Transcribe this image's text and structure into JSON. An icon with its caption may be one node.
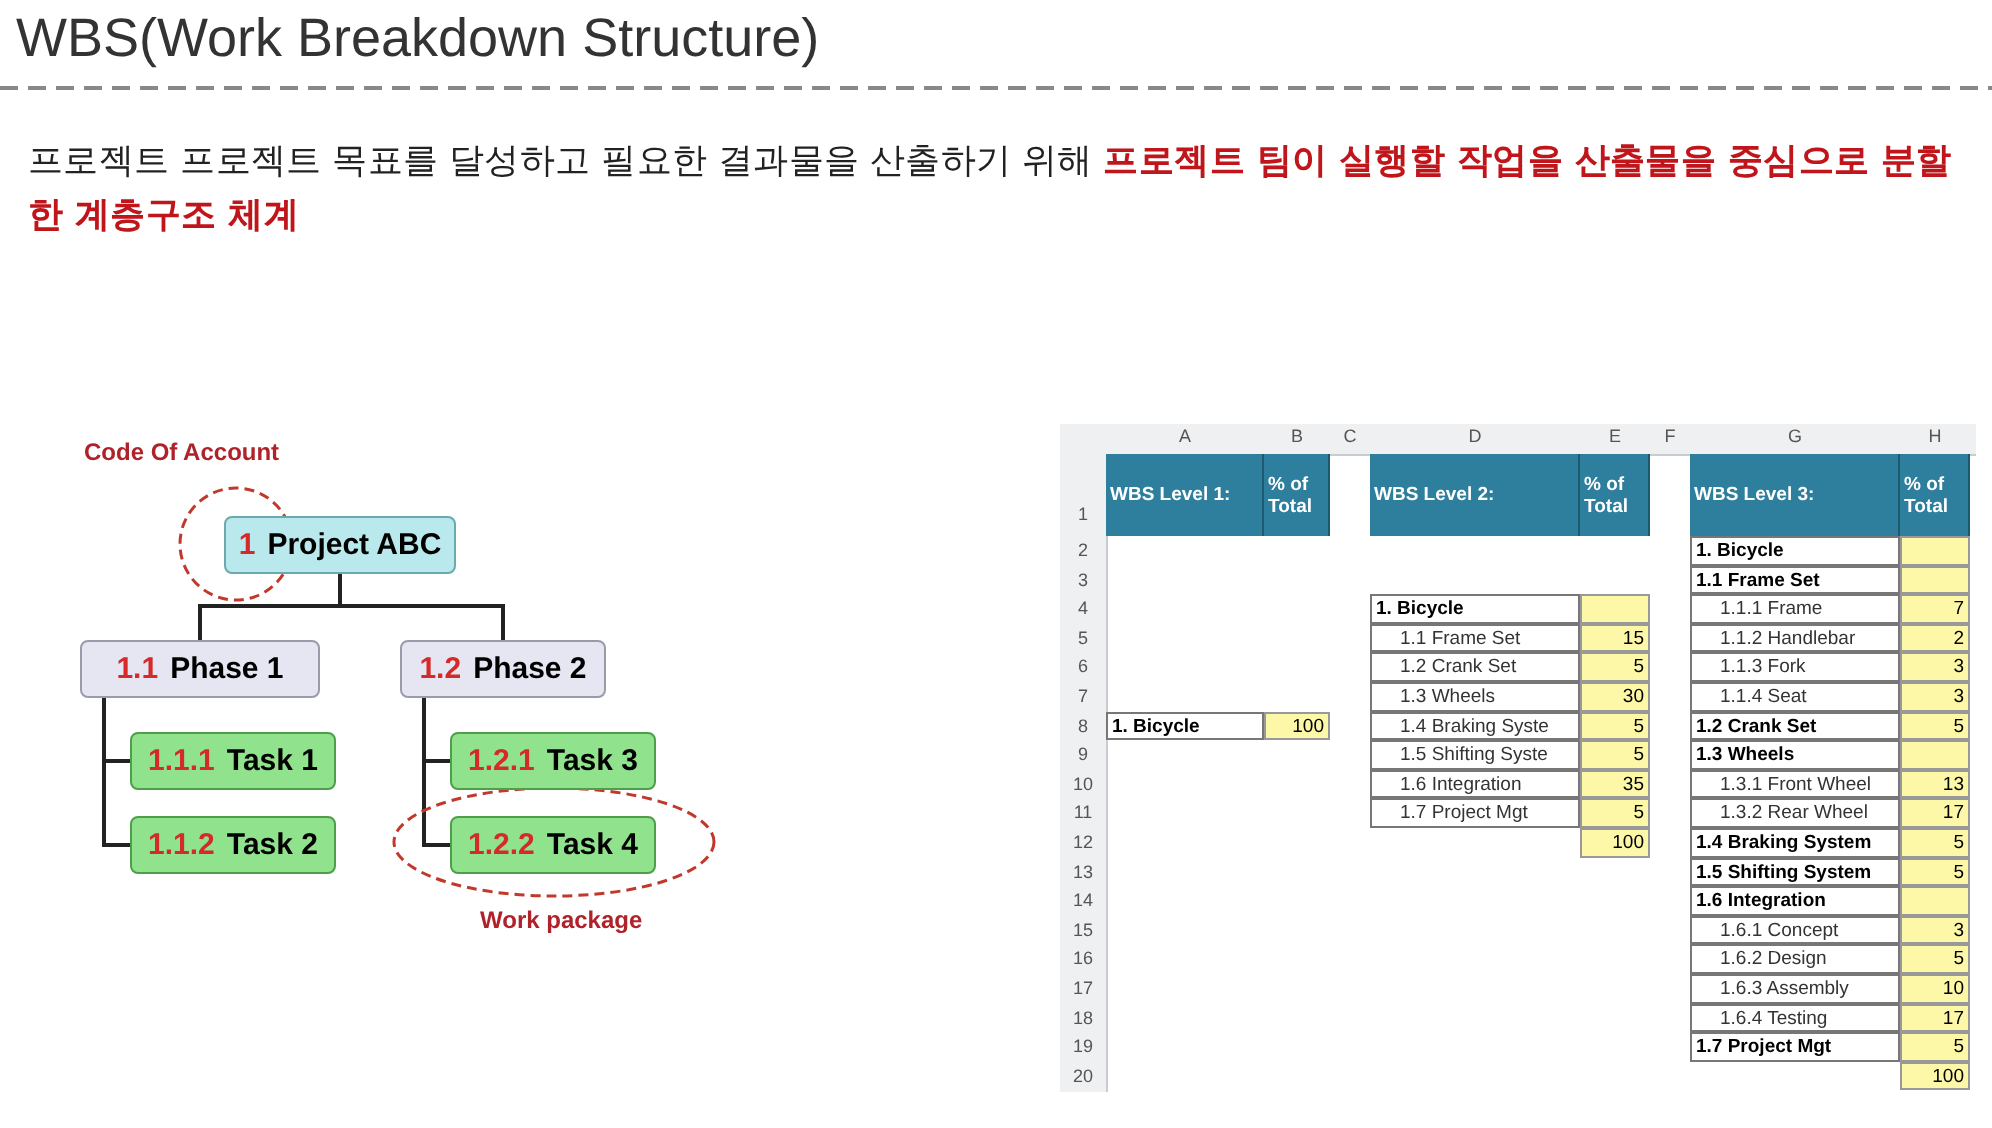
{
  "diagram": {
    "title": "WBS(Work Breakdown Structure)",
    "nodes": [
      {
        "text": [
          "1",
          "Project ABC"
        ]
      },
      {
        "text": [
          "1.1",
          "Phase 1"
        ]
      },
      {
        "text": [
          "1.2",
          "Phase 2"
        ]
      },
      {
        "text": [
          "1.1.1",
          "Task 1"
        ]
      },
      {
        "text": [
          "1.1.2",
          "Task 2"
        ]
      },
      {
        "text": [
          "1.2.1",
          "Task 3"
        ]
      },
      {
        "text": [
          "1.2.2",
          "Task 4"
        ]
      }
    ],
    "edges": [
      {
        "from": 0,
        "to": 1,
        "arrow": "none"
      },
      {
        "from": 0,
        "to": 2,
        "arrow": "none"
      },
      {
        "from": 1,
        "to": 3,
        "arrow": "none"
      },
      {
        "from": 1,
        "to": 4,
        "arrow": "none"
      },
      {
        "from": 2,
        "to": 5,
        "arrow": "none"
      },
      {
        "from": 2,
        "to": 6,
        "arrow": "none"
      }
    ],
    "labels": [
      "프로젝트 프로젝트 목표를 달성하고 필요한 결과물을 산출하기 위해 **프로젝트 팀이 실행할 작업을 산출물을 중심으로 분할한 계층구조 체계**",
      "Code Of Account",
      "Work package",
      "A",
      "B",
      "C",
      "D",
      "E",
      "F",
      "G",
      "H",
      "1",
      "WBS Level 1:",
      "% of Total",
      "WBS Level 2:",
      "% of Total",
      "WBS Level 3:",
      "% of Total",
      "2",
      "1. Bicycle",
      "3",
      "1.1 Frame Set",
      "4",
      "1. Bicycle",
      "1.1.1 Frame",
      "7",
      "5",
      "1.1 Frame Set",
      "15",
      "1.1.2 Handlebar",
      "2",
      "6",
      "1.2 Crank Set",
      "5",
      "1.1.3 Fork",
      "3",
      "7",
      "1.3 Wheels",
      "30",
      "1.1.4 Seat",
      "3",
      "8",
      "1. Bicycle",
      "100",
      "1.4 Braking Syste",
      "5",
      "1.2 Crank Set",
      "5",
      "9",
      "1.5 Shifting Syste",
      "5",
      "1.3 Wheels",
      "10",
      "1.6 Integration",
      "35",
      "1.3.1 Front Wheel",
      "13",
      "11",
      "1.7 Project Mgt",
      "5",
      "1.3.2 Rear Wheel",
      "17",
      "12",
      "100",
      "1.4 Braking System",
      "5",
      "13",
      "1.5 Shifting System",
      "5",
      "14",
      "1.6 Integration",
      "15",
      "1.6.1 Concept",
      "3",
      "16",
      "1.6.2 Design",
      "5",
      "17",
      "1.6.3 Assembly",
      "10",
      "18",
      "1.6.4 Testing",
      "17",
      "19",
      "1.7 Project Mgt",
      "5",
      "20",
      "100"
    ]
  }
}
